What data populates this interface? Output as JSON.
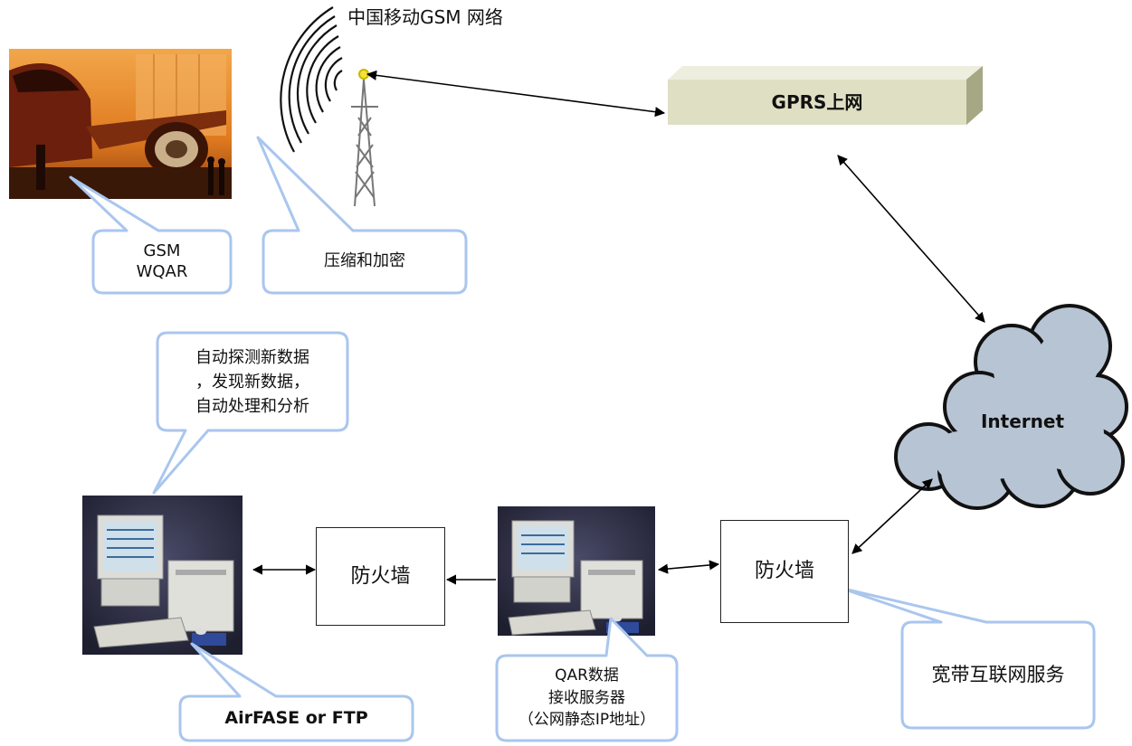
{
  "network_title": "中国移动GSM 网络",
  "gprs_label": "GPRS上网",
  "internet_label": "Internet",
  "callouts": {
    "wqar": "GSM\nWQAR",
    "compress": "压缩和加密",
    "auto_detect": "自动探测新数据\n，发现新数据，\n自动处理和分析",
    "airfase": "AirFASE or FTP",
    "qar_server": "QAR数据\n接收服务器\n（公网静态IP地址）",
    "broadband": "宽带互联网服务"
  },
  "firewall_left": "防火墙",
  "firewall_right": "防火墙",
  "colors": {
    "callout_border": "#a9c6ee",
    "gprs_box": "#dfe0c3",
    "cloud_fill": "#b7c4d3",
    "photo_bg": "#2e2f45"
  },
  "icons": [
    "airplane-photo",
    "signal-waves-icon",
    "cell-tower-icon",
    "cloud-icon",
    "computer-photo"
  ]
}
